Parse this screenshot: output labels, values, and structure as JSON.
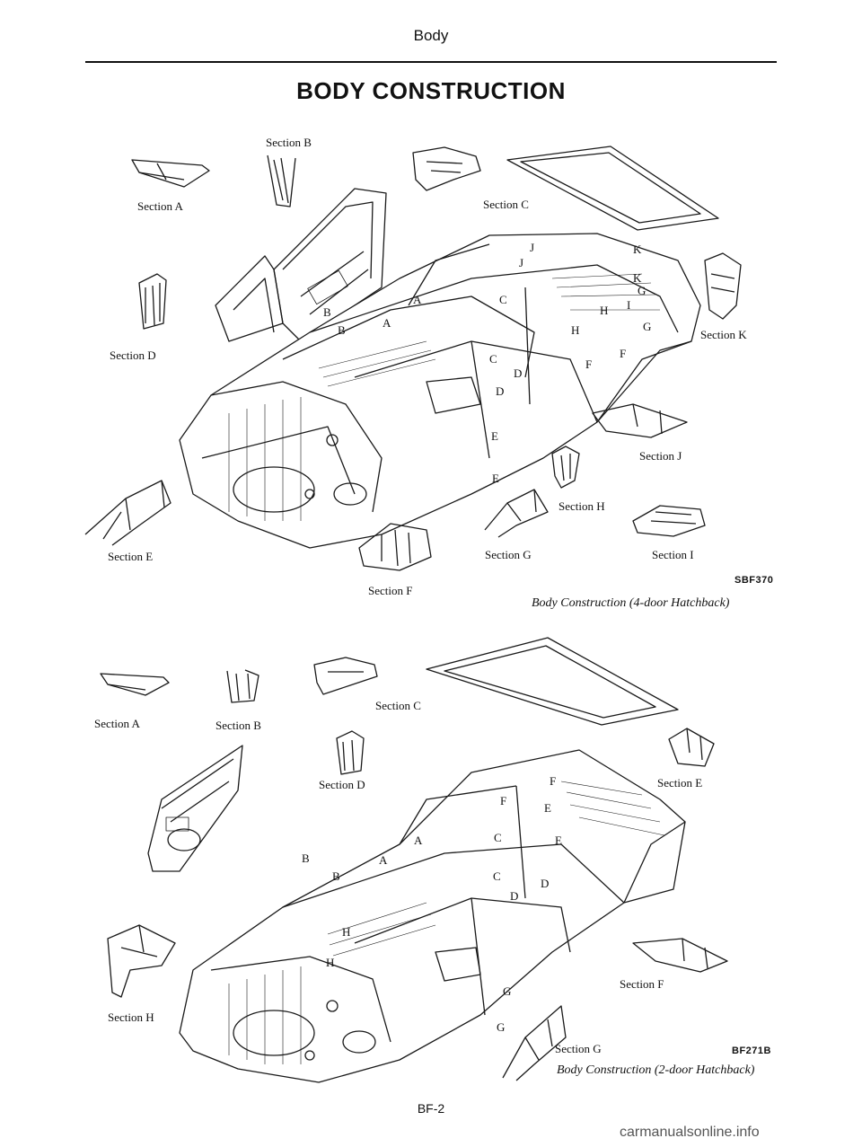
{
  "page": {
    "header": "Body",
    "title": "BODY CONSTRUCTION",
    "footer": "BF-2",
    "watermark": "carmanualsonline.info"
  },
  "figure1": {
    "code": "SBF370",
    "caption": "Body Construction (4-door Hatchback)",
    "labels": {
      "a": "Section A",
      "b": "Section B",
      "c": "Section C",
      "d": "Section D",
      "e": "Section E",
      "f": "Section F",
      "g": "Section G",
      "h": "Section H",
      "i": "Section I",
      "j": "Section J",
      "k": "Section K"
    },
    "callouts": [
      "A",
      "B",
      "C",
      "D",
      "E",
      "F",
      "G",
      "H",
      "I",
      "J",
      "K"
    ]
  },
  "figure2": {
    "code": "BF271B",
    "caption": "Body Construction (2-door Hatchback)",
    "labels": {
      "a": "Section A",
      "b": "Section B",
      "c": "Section C",
      "d": "Section D",
      "e": "Section E",
      "f": "Section F",
      "g": "Section G",
      "h": "Section H"
    },
    "callouts": [
      "A",
      "B",
      "C",
      "D",
      "E",
      "F",
      "G",
      "H"
    ]
  }
}
